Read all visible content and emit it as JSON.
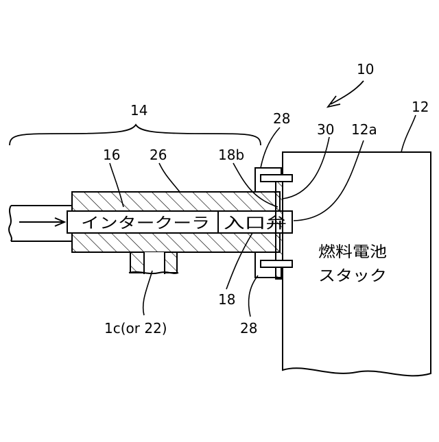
{
  "refs": {
    "r10": "10",
    "r12": "12",
    "r12a": "12a",
    "r14": "14",
    "r16": "16",
    "r26": "26",
    "r28_top": "28",
    "r30": "30",
    "r18b": "18b",
    "r18": "18",
    "r28_bottom": "28",
    "r1c": "1c(or 22)"
  },
  "labels": {
    "intercooler": "インタークーラ",
    "inlet_valve": "入口弁",
    "stack_line1": "燃料電池",
    "stack_line2": "スタック"
  }
}
